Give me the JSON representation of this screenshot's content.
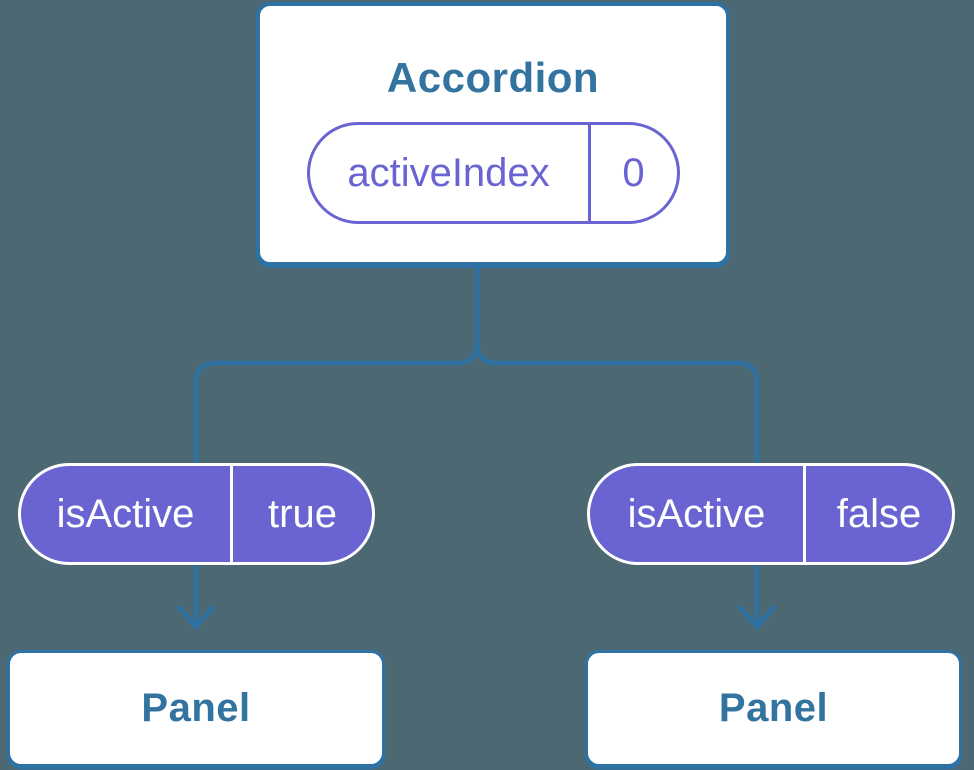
{
  "colors": {
    "background": "#4C6873",
    "line": "#2E72A4",
    "heading_text": "#32739F",
    "purple": "#6964D2",
    "pill_text_on_purple": "#FFFFFF",
    "card_background": "#FFFFFF"
  },
  "tree": {
    "root": {
      "title": "Accordion",
      "state_pill": {
        "name": "activeIndex",
        "value": "0"
      }
    },
    "children": [
      {
        "prop_pill": {
          "name": "isActive",
          "value": "true"
        },
        "node": "Panel"
      },
      {
        "prop_pill": {
          "name": "isActive",
          "value": "false"
        },
        "node": "Panel"
      }
    ]
  }
}
